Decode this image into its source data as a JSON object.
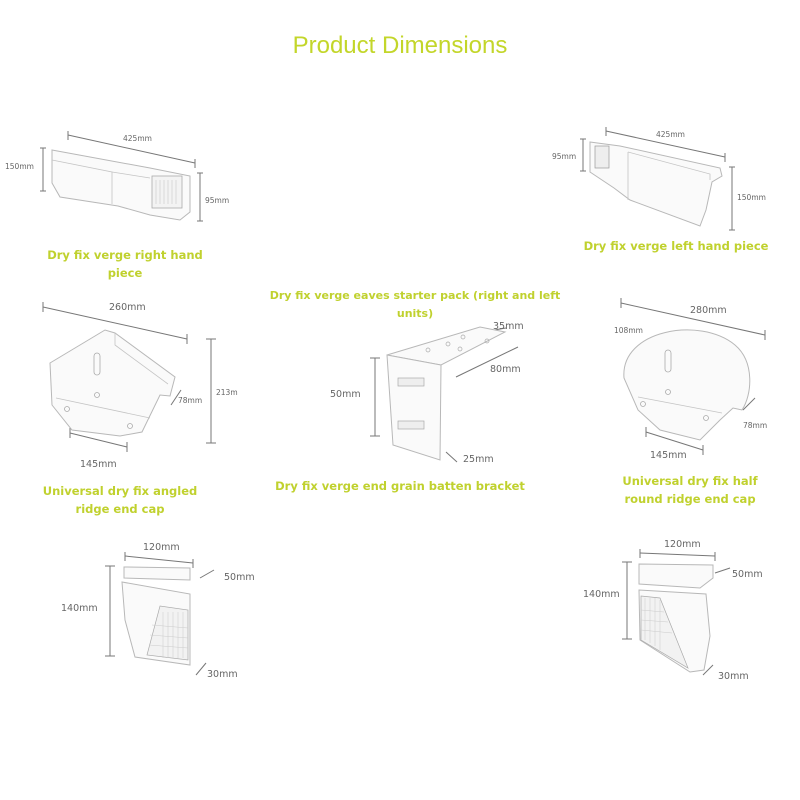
{
  "title": "Product Dimensions",
  "colors": {
    "accent": "#c3d62a",
    "dimension_text": "#666666",
    "line": "#777777"
  },
  "products": [
    {
      "id": "right-hand-piece",
      "caption": "Dry fix verge right hand piece",
      "dimensions": {
        "length": "425mm",
        "height": "150mm",
        "end_height": "95mm"
      }
    },
    {
      "id": "left-hand-piece",
      "caption": "Dry fix verge left hand piece",
      "dimensions": {
        "length": "425mm",
        "end_height": "95mm",
        "height": "150mm"
      }
    },
    {
      "id": "angled-ridge-end-cap",
      "caption_line1": "Universal dry fix angled",
      "caption_line2": "ridge end cap",
      "dimensions": {
        "width": "260mm",
        "height": "213m",
        "depth": "78mm",
        "base": "145mm"
      }
    },
    {
      "id": "end-grain-batten-bracket",
      "header": "Dry fix verge eaves starter pack (right and left units)",
      "caption": "Dry fix verge end grain batten bracket",
      "dimensions": {
        "top": "35mm",
        "length": "80mm",
        "height": "50mm",
        "foot": "25mm"
      }
    },
    {
      "id": "half-round-ridge-end-cap",
      "caption_line1": "Universal dry fix half",
      "caption_line2": "round ridge end cap",
      "dimensions": {
        "width": "280mm",
        "radius": "108mm",
        "depth": "78mm",
        "base": "145mm"
      }
    },
    {
      "id": "eaves-unit-left",
      "dimensions": {
        "width": "120mm",
        "depth": "50mm",
        "height": "140mm",
        "foot": "30mm"
      }
    },
    {
      "id": "eaves-unit-right",
      "dimensions": {
        "width": "120mm",
        "depth": "50mm",
        "height": "140mm",
        "foot": "30mm"
      }
    }
  ]
}
